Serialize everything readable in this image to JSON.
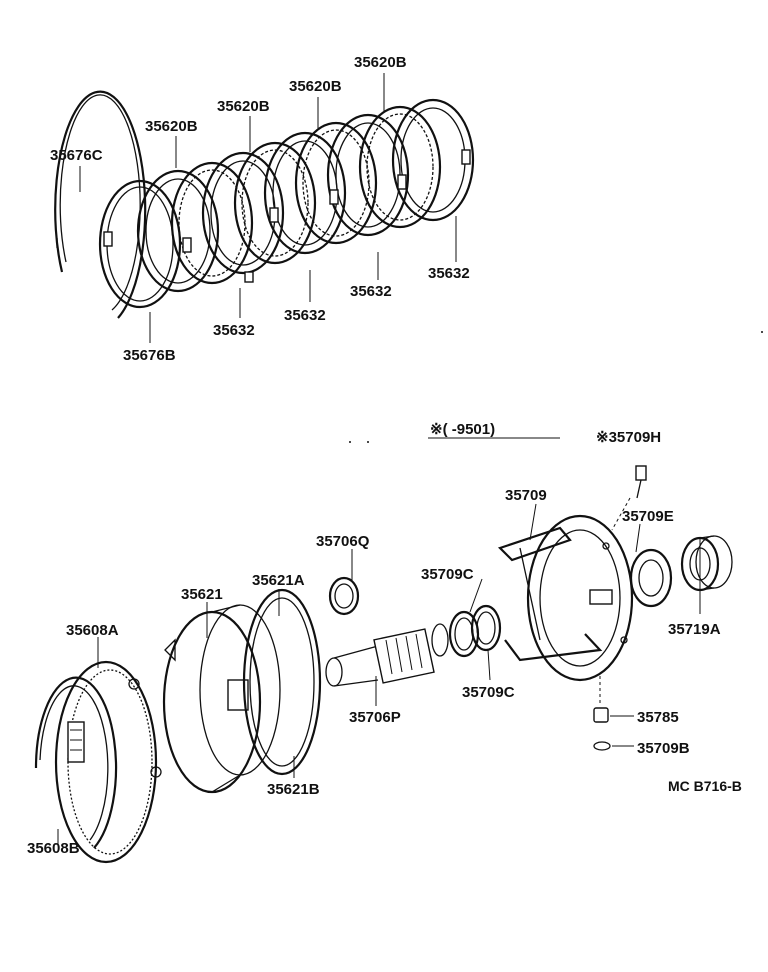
{
  "diagram": {
    "labels": {
      "p35676C": "35676C",
      "p35676B": "35676B",
      "p35620B_1": "35620B",
      "p35620B_2": "35620B",
      "p35620B_3": "35620B",
      "p35620B_4": "35620B",
      "p35632_1": "35632",
      "p35632_2": "35632",
      "p35632_3": "35632",
      "p35632_4": "35632",
      "note": "※(      -9501)",
      "p35709H": "※35709H",
      "p35709": "35709",
      "p35709E": "35709E",
      "p35706Q": "35706Q",
      "p35709C_1": "35709C",
      "p35709C_2": "35709C",
      "p35719A": "35719A",
      "p35621": "35621",
      "p35621A": "35621A",
      "p35608A": "35608A",
      "p35706P": "35706P",
      "p35785": "35785",
      "p35709B": "35709B",
      "p35621B": "35621B",
      "p35608B": "35608B",
      "ref": "MC B716-B"
    }
  }
}
